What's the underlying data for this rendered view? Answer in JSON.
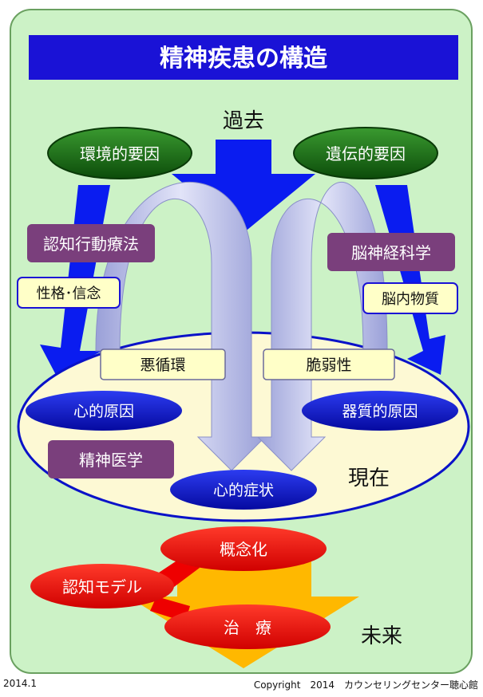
{
  "title": "精神疾患の構造",
  "time_labels": {
    "past": "過去",
    "present": "現在",
    "future": "未来"
  },
  "factors": {
    "environmental": "環境的要因",
    "genetic": "遺伝的要因"
  },
  "disciplines": {
    "cbt": "認知行動療法",
    "neuroscience": "脳神経科学",
    "psychiatry": "精神医学"
  },
  "tags": {
    "personality": "性格･信念",
    "brain_substances": "脳内物質",
    "vicious_cycle": "悪循環",
    "vulnerability": "脆弱性"
  },
  "causes": {
    "psychological": "心的原因",
    "organic": "器質的原因",
    "symptoms": "心的症状"
  },
  "future_nodes": {
    "conceptualization": "概念化",
    "cognitive_model": "認知モデル",
    "treatment": "治　療"
  },
  "footer": {
    "date": "2014.1",
    "copyright": "Copyright　2014　カウンセリングセンター聴心館"
  },
  "colors": {
    "background": "#ccf2c6",
    "title_bar": "#1a12d6",
    "big_arrow": "#0a1cf0",
    "present_ellipse": "#fdf9d4",
    "blue_node": "#0a12c8",
    "red_node": "#ee0000",
    "green_node": "#166e14",
    "purple_box": "#7a3f7c",
    "yellow_tag": "#ffffc8",
    "future_arrow": "#ffb800"
  }
}
